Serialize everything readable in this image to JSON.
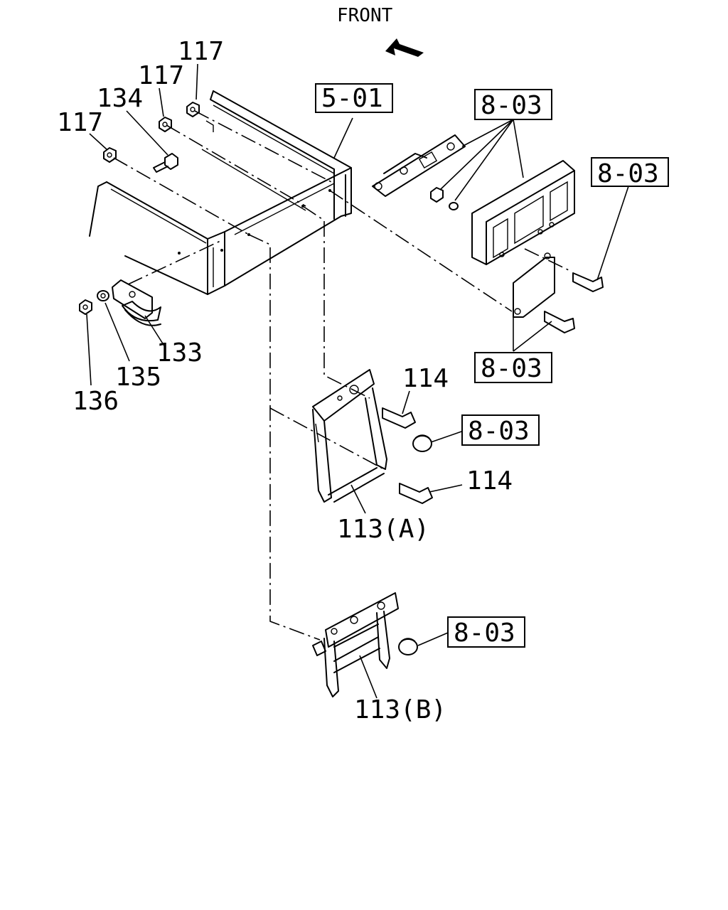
{
  "orientation_label": "FRONT",
  "callouts": {
    "c117a": "117",
    "c117b": "117",
    "c117c": "117",
    "c134": "134",
    "c133": "133",
    "c135": "135",
    "c136": "136",
    "c114a": "114",
    "c114b": "114",
    "c113a": "113(A)",
    "c113b": "113(B)"
  },
  "refs": {
    "r501": "5-01",
    "r803a": "8-03",
    "r803b": "8-03",
    "r803c": "8-03",
    "r803d": "8-03",
    "r803e": "8-03"
  },
  "colors": {
    "ink": "#000000",
    "paper": "#ffffff"
  },
  "icons": {
    "front_arrow": "arrow-left-icon"
  }
}
